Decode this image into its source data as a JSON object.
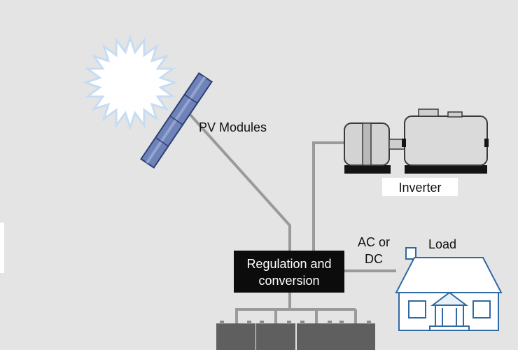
{
  "labels": {
    "pv_modules": "PV Modules",
    "inverter": "Inverter",
    "regulation_line1": "Regulation and",
    "regulation_line2": "conversion",
    "ac_dc_line1": "AC or",
    "ac_dc_line2": "DC",
    "load": "Load"
  },
  "colors": {
    "background": "#e4e4e4",
    "wire": "#9a9a9a",
    "panel": "#6f83b8",
    "panel_edge": "#2c3f73",
    "sun_glow": "#c7dcf2",
    "regulation_box": "#0c0c0c",
    "battery": "#5f5f5f",
    "house_outline": "#2f69a6",
    "inverter_body": "#d3d3d3"
  },
  "icons": [
    "sun-icon",
    "pv-panel-icon",
    "inverter-icon",
    "house-icon",
    "battery-icon"
  ]
}
